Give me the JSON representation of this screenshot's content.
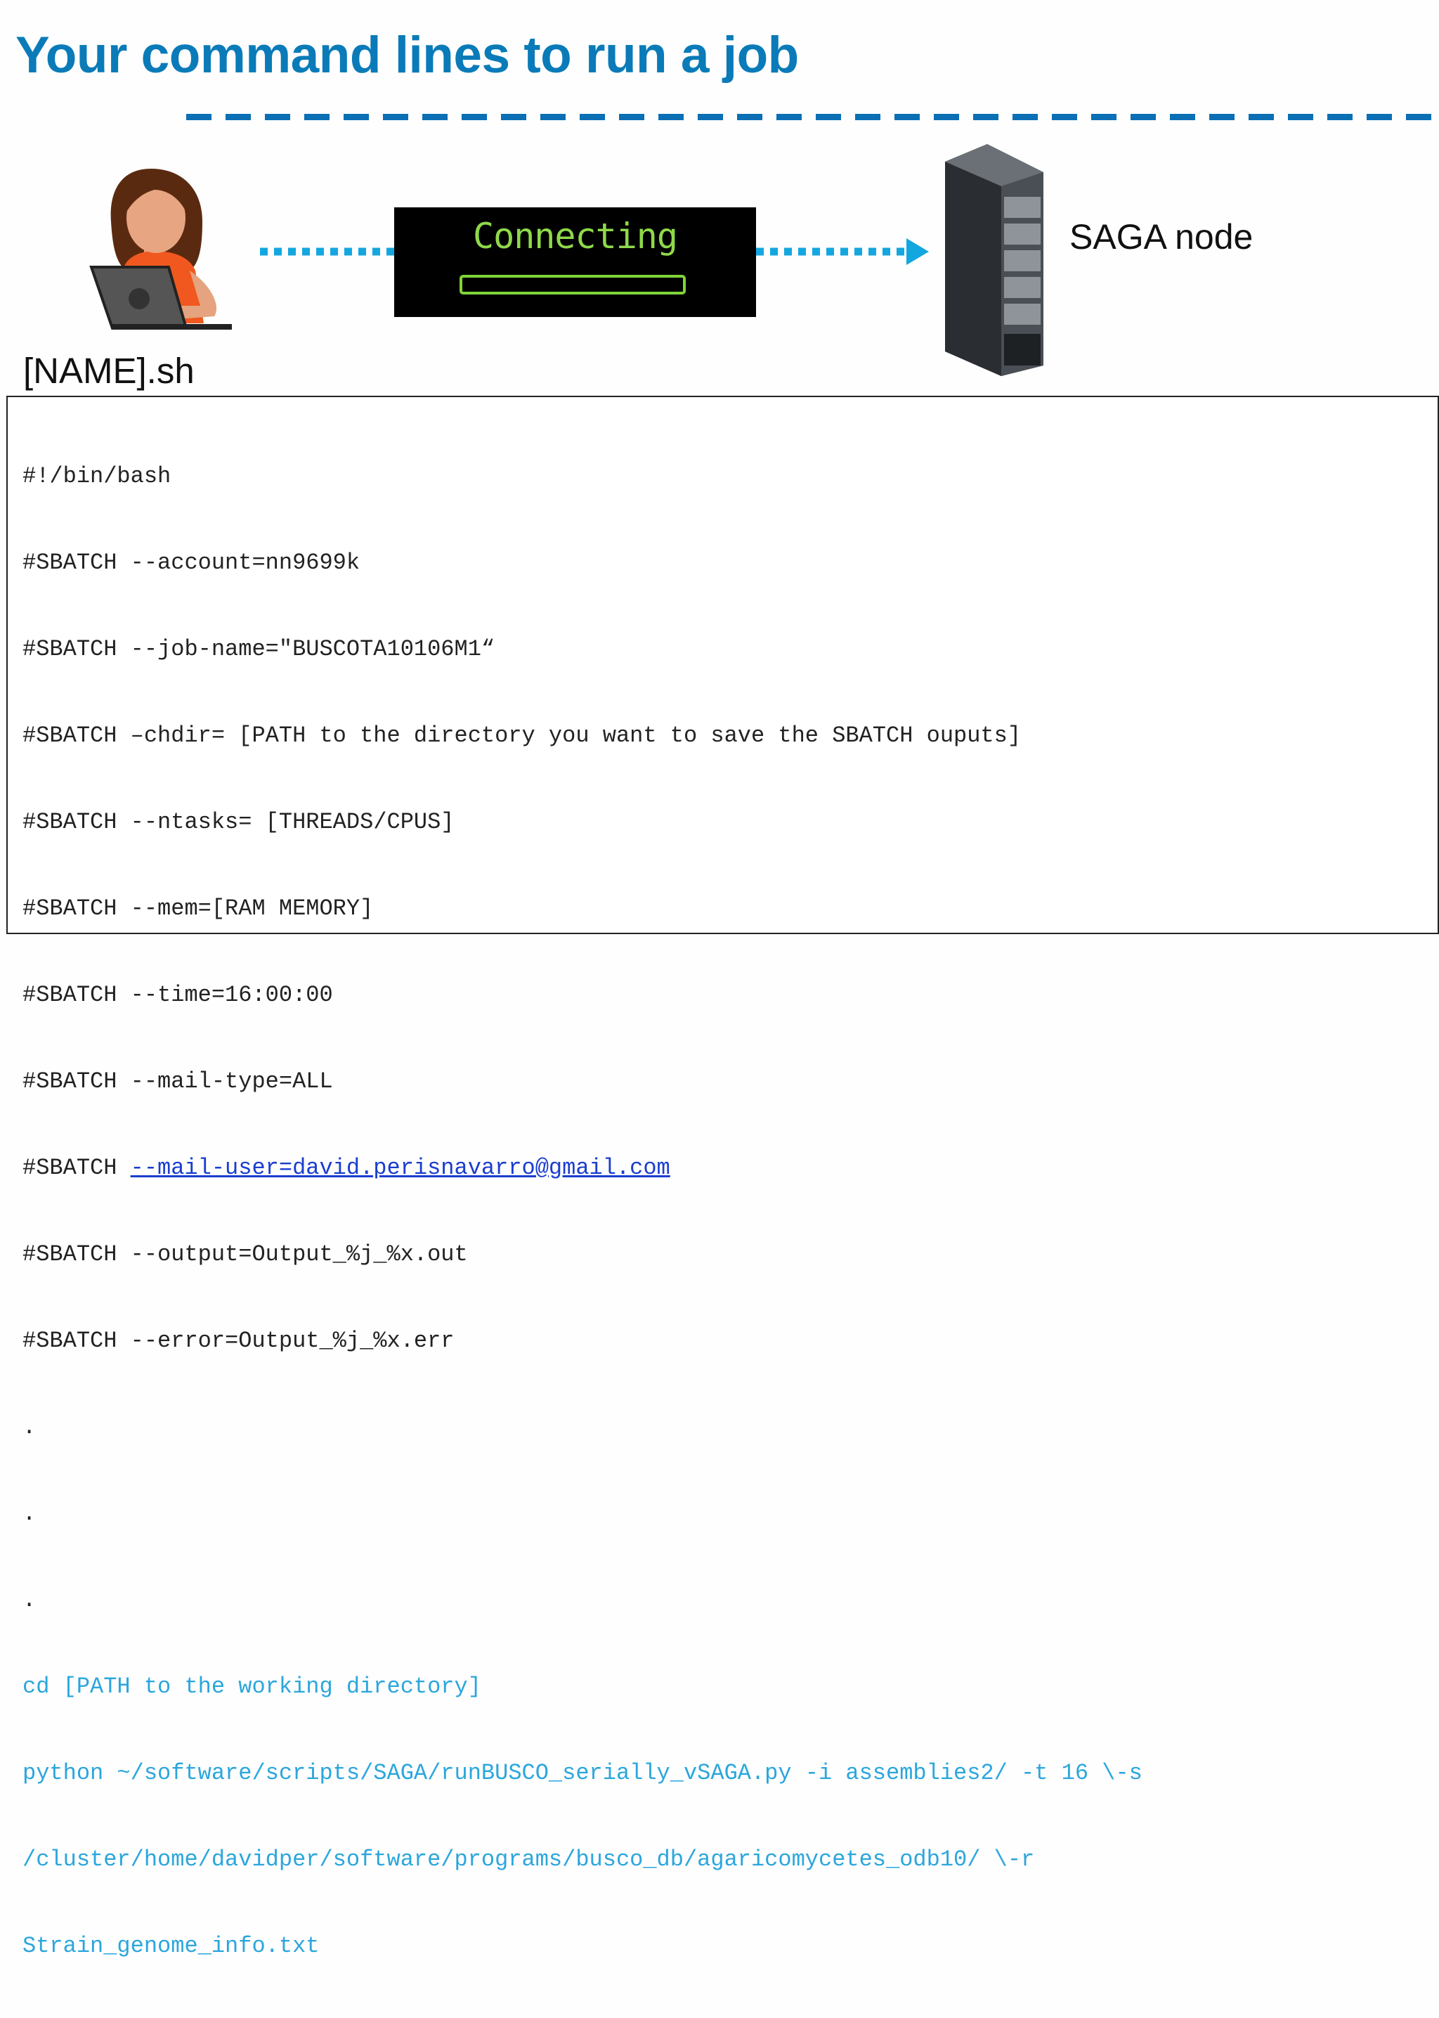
{
  "title": "Your command lines to run a job",
  "diagram": {
    "connecting_text": "Connecting",
    "server_label": "SAGA node",
    "file_label": "[NAME].sh",
    "icons": [
      "person-with-laptop-icon",
      "server-rack-icon"
    ]
  },
  "script": {
    "lines": [
      "#!/bin/bash",
      "#SBATCH --account=nn9699k",
      "#SBATCH --job-name=\"BUSCOTA10106M1“",
      "#SBATCH –chdir= [PATH to the directory you want to save the SBATCH ouputs]",
      "#SBATCH --ntasks= [THREADS/CPUS]",
      "#SBATCH --mem=[RAM MEMORY]",
      "#SBATCH --time=16:00:00",
      "#SBATCH --mail-type=ALL"
    ],
    "mail_prefix": "#SBATCH ",
    "mail_link": "--mail-user=david.perisnavarro@gmail.com",
    "lines2": [
      "#SBATCH --output=Output_%j_%x.out",
      "#SBATCH --error=Output_%j_%x.err",
      ".",
      ".",
      "."
    ],
    "command_lines": [
      "cd [PATH to the working directory]",
      "python ~/software/scripts/SAGA/runBUSCO_serially_vSAGA.py -i assemblies2/ -t 16 \\-s",
      "/cluster/home/davidper/software/programs/busco_db/agaricomycetes_odb10/ \\-r",
      "Strain_genome_info.txt"
    ]
  },
  "colors": {
    "title": "#0a7bb8",
    "command_text": "#2ba6dd",
    "connecting_green": "#8ed94a",
    "arrow": "#13a7e0"
  }
}
